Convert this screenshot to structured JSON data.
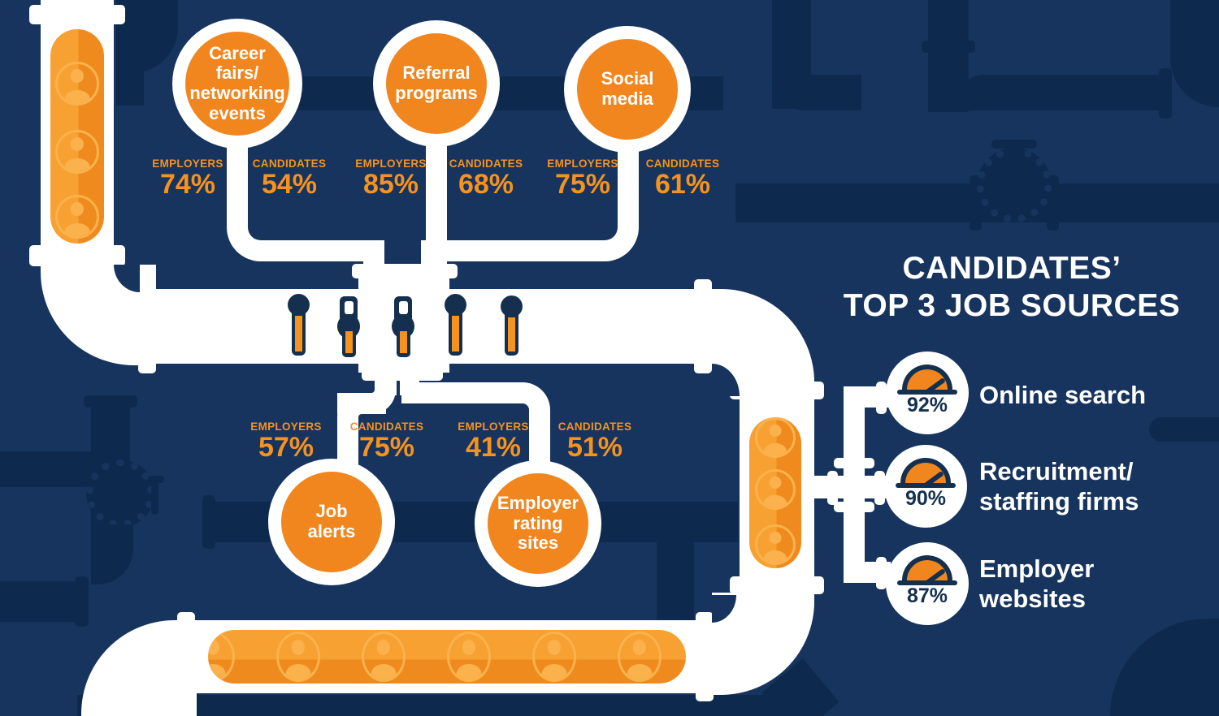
{
  "colors": {
    "background": "#17345E",
    "pipe_shadow": "#0D2A4E",
    "pipe_white": "#FFFFFF",
    "orange": "#F1861F",
    "orange_bright": "#F6921E",
    "orange_light": "#FBB24C",
    "navy_deep": "#15304F"
  },
  "legend": {
    "employers": "EMPLOYERS",
    "candidates": "CANDIDATES"
  },
  "sources": [
    {
      "id": "career-fairs-networking-events",
      "label": "Career\nfairs/\nnetworking\nevents",
      "employers_pct": "74%",
      "candidates_pct": "54%"
    },
    {
      "id": "referral-programs",
      "label": "Referral\nprograms",
      "employers_pct": "85%",
      "candidates_pct": "68%"
    },
    {
      "id": "social-media",
      "label": "Social\nmedia",
      "employers_pct": "75%",
      "candidates_pct": "61%"
    },
    {
      "id": "job-alerts",
      "label": "Job\nalerts",
      "employers_pct": "57%",
      "candidates_pct": "75%"
    },
    {
      "id": "employer-rating-sites",
      "label": "Employer\nrating\nsites",
      "employers_pct": "41%",
      "candidates_pct": "51%"
    }
  ],
  "top3": {
    "title": "CANDIDATES’\nTOP 3 JOB SOURCES",
    "items": [
      {
        "value": "92%",
        "label": "Online search"
      },
      {
        "value": "90%",
        "label": "Recruitment/\nstaffing firms"
      },
      {
        "value": "87%",
        "label": "Employer\nwebsites"
      }
    ]
  },
  "chart_data": [
    {
      "type": "table",
      "title": "Job sources: employers vs candidates",
      "categories": [
        "Career fairs/networking events",
        "Referral programs",
        "Social media",
        "Job alerts",
        "Employer rating sites"
      ],
      "series": [
        {
          "name": "EMPLOYERS",
          "values": [
            74,
            85,
            75,
            57,
            41
          ]
        },
        {
          "name": "CANDIDATES",
          "values": [
            54,
            68,
            61,
            75,
            51
          ]
        }
      ],
      "unit": "%"
    },
    {
      "type": "table",
      "title": "CANDIDATES’ TOP 3 JOB SOURCES",
      "categories": [
        "Online search",
        "Recruitment/staffing firms",
        "Employer websites"
      ],
      "values": [
        92,
        90,
        87
      ],
      "unit": "%"
    }
  ]
}
